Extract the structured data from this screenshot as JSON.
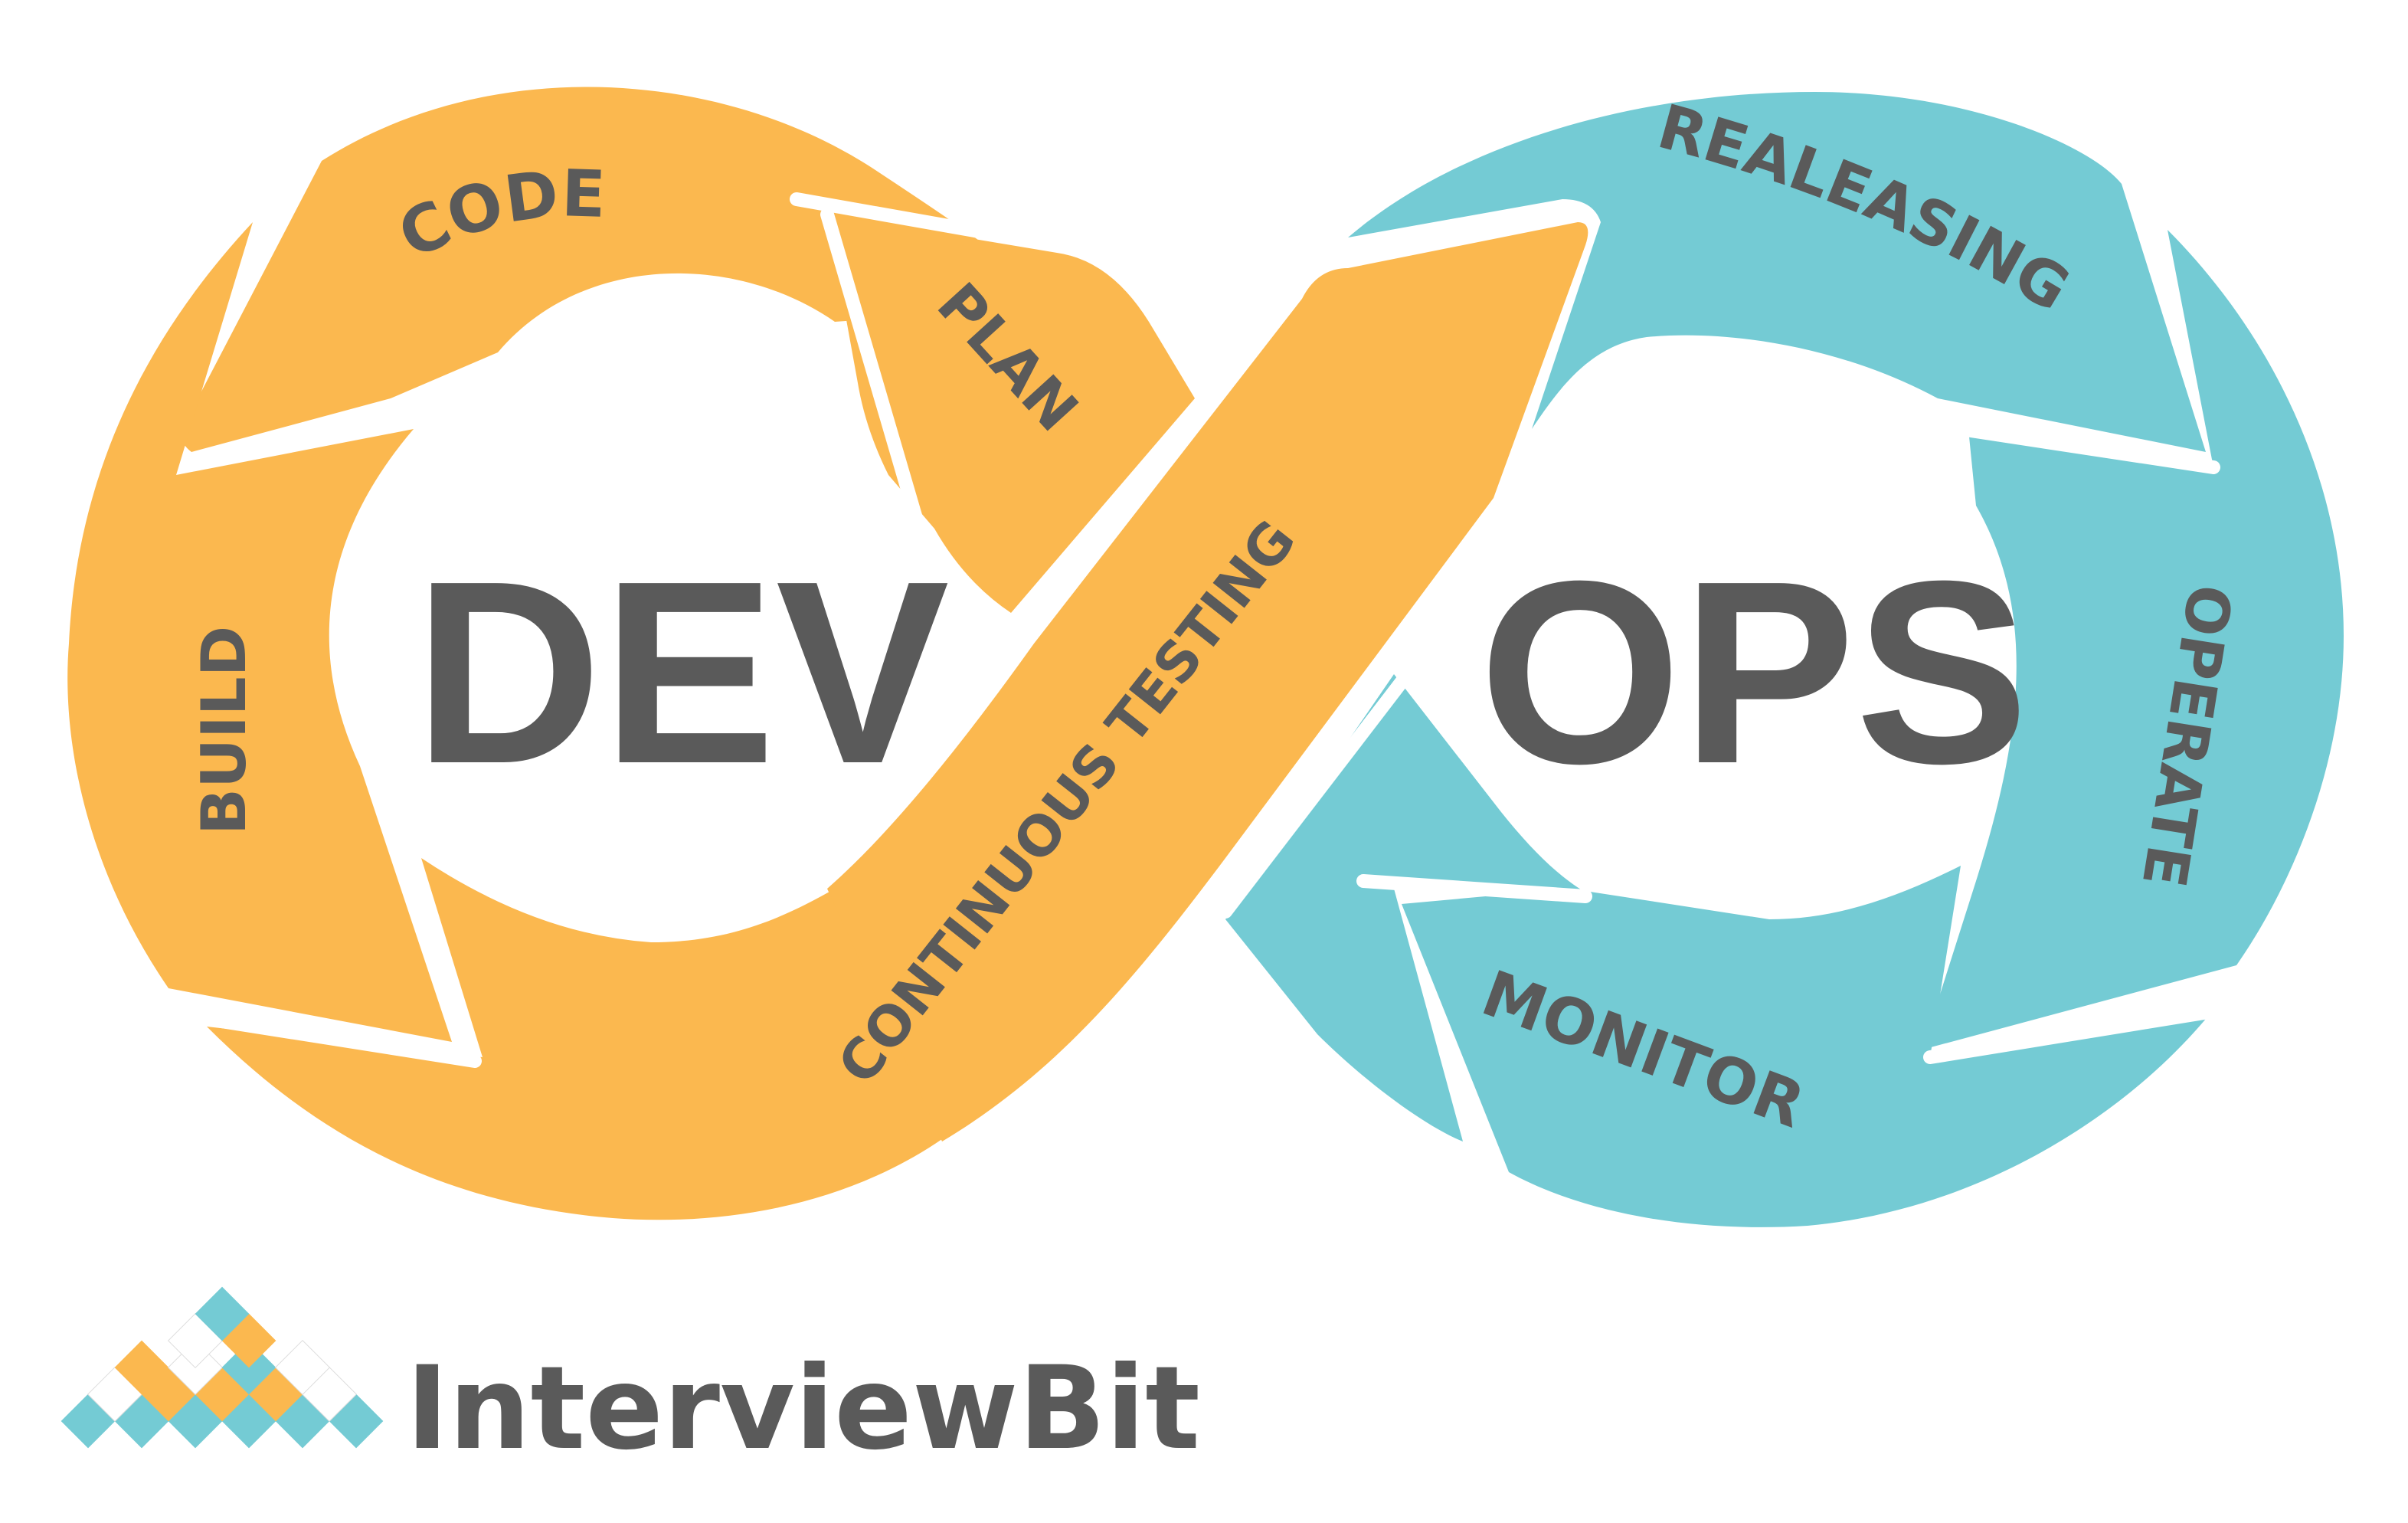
{
  "diagram": {
    "center_left": "DEV",
    "center_right": "OPS",
    "steps": {
      "plan": "PLAN",
      "code": "CODE",
      "build": "BUILD",
      "testing": "CONTINUOUS TESTING",
      "releasing": "REALEASING",
      "operate": "OPERATE",
      "monitor": "MONITOR"
    }
  },
  "brand": {
    "name": "InterviewBit"
  },
  "colors": {
    "dev_loop": "#fbb84f",
    "ops_loop": "#74cbd4",
    "text": "#5a5a5a",
    "background": "#ffffff"
  }
}
